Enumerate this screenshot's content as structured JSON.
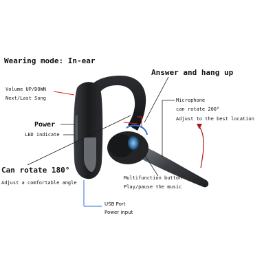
{
  "labels": {
    "wearing_mode": "Wearing mode: In-ear",
    "answer_hang_up": "Answer and hang up",
    "volume": "Volume UP/DOWN",
    "next_last": "Next/Last Song",
    "microphone": "Microphone",
    "mic_rotate": "can rotate 200°",
    "mic_adjust": "Adjust to the best location",
    "power": "Power",
    "led": "LED indicate",
    "rotate_180": "Can rotate 180°",
    "adjust_angle": "Adjust a comfortable angle",
    "multifunction": "Multifunction button",
    "play_pause": "Play/pause the music",
    "usb_port": "USB Port",
    "power_input": "Power input"
  },
  "colors": {
    "background": "#ffffff",
    "leader_line": "#1a1a1a",
    "blue_pointer": "#2f6fd6",
    "red_pointer": "#e02020",
    "arc_arrow": "#b01818",
    "headset_body": "#1c1c1c",
    "headset_gray": "#6a6e73",
    "bud_blue": "#3f7fb5"
  }
}
